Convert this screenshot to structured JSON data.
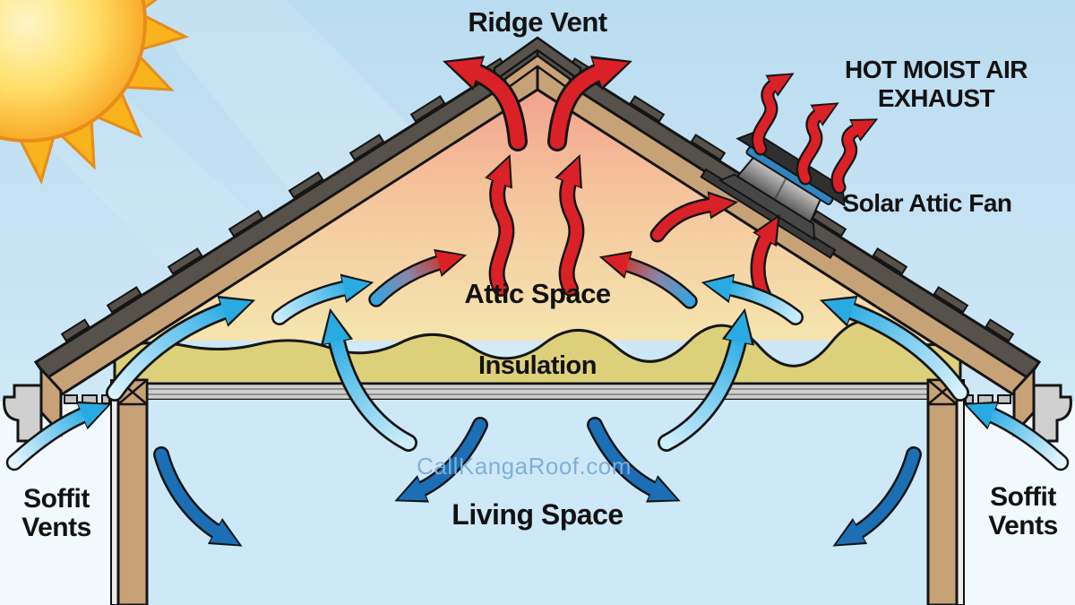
{
  "scene": {
    "labels": {
      "ridge_vent": "Ridge Vent",
      "exhaust_line1": "HOT MOIST AIR",
      "exhaust_line2": "EXHAUST",
      "solar_attic_fan": "Solar Attic Fan",
      "attic_space": "Attic Space",
      "insulation": "Insulation",
      "living_space": "Living Space",
      "soffit_left_line1": "Soffit",
      "soffit_left_line2": "Vents",
      "soffit_right_line1": "Soffit",
      "soffit_right_line2": "Vents",
      "watermark": "CallKangaRoof.com"
    },
    "colors": {
      "hot_air_arrow": "#da2128",
      "cool_air_arrow": "#29abe2",
      "living_air_arrow": "#1c6fb5",
      "sky": "#c3e1f2",
      "sun": "#f9a825",
      "roof_wood": "#c8a277",
      "shingles": "#56524b",
      "attic_warm": "#f0998c",
      "attic_cool": "#f5e7b0",
      "insulation_fill": "#dcd07a",
      "label_text": "#121212",
      "watermark_text": "#7fb0d8"
    }
  }
}
